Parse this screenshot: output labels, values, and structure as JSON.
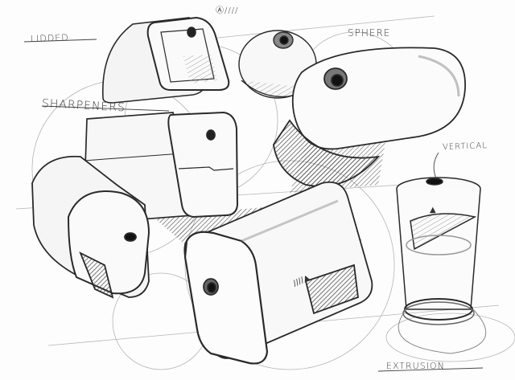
{
  "image": {
    "subject": "Pencil concept sketch of pencil sharpener designs",
    "labels": {
      "lidded": "LIDDED",
      "signature": "Ⓐ////",
      "sphere": "SPHERE",
      "sharpeners": "SHARPENERS",
      "vertical": "VERTICAL",
      "extrusion": "EXTRUSION"
    },
    "marks": {
      "triangle": "▲",
      "logo": "////▲"
    },
    "colors": {
      "paper": "#fdfdfd",
      "line": "#2a2a2a",
      "construction": "#9a9a9a",
      "shade": "#555555"
    }
  }
}
